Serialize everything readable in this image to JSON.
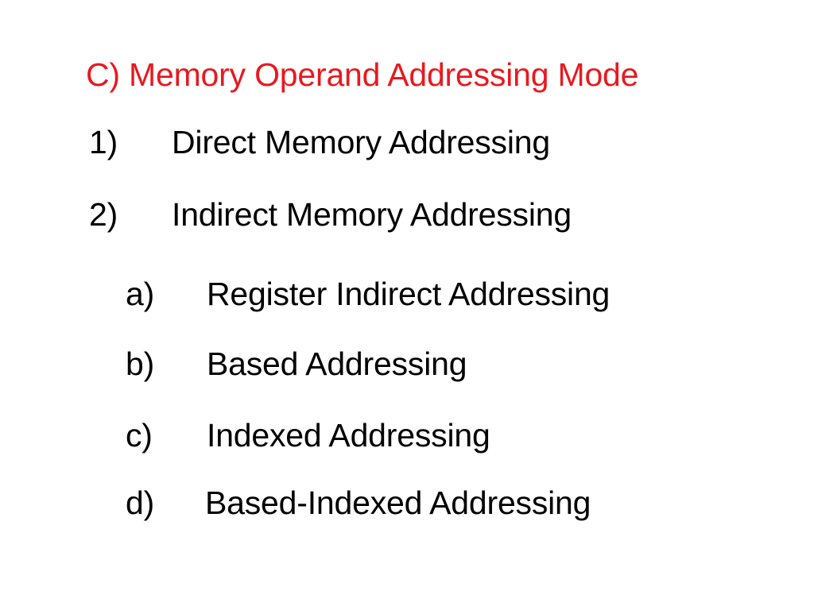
{
  "slide": {
    "title": "C) Memory Operand Addressing Mode",
    "title_color": "#e8191f",
    "items": [
      {
        "marker": "1)",
        "text": "Direct Memory Addressing"
      },
      {
        "marker": "2)",
        "text": "Indirect Memory Addressing"
      }
    ],
    "subitems": [
      {
        "marker": "a)",
        "text": "Register Indirect Addressing"
      },
      {
        "marker": "b)",
        "text": "Based Addressing"
      },
      {
        "marker": "c)",
        "text": "Indexed Addressing"
      },
      {
        "marker": "d)",
        "text": "Based-Indexed Addressing"
      }
    ]
  }
}
